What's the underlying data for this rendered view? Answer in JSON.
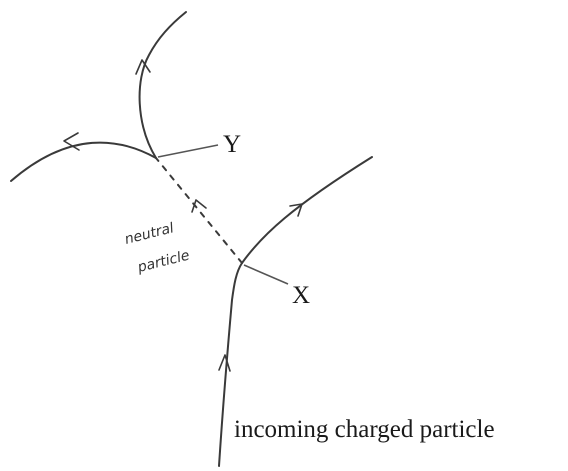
{
  "diagram": {
    "labels": {
      "vertex_y": "Y",
      "vertex_x": "X",
      "neutral_line1": "neutral",
      "neutral_line2": "particle",
      "incoming": "incoming charged particle"
    }
  }
}
